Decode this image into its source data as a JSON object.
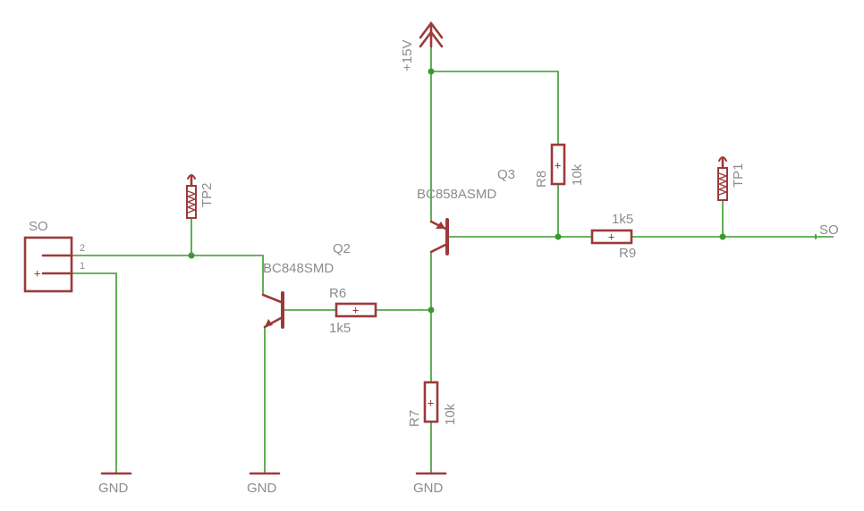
{
  "connector": {
    "name": "SO",
    "pin_top": "2",
    "pin_bottom": "1",
    "plus": "+"
  },
  "testpoints": {
    "tp1": "TP1",
    "tp2": "TP2"
  },
  "supply": {
    "label": "+15V"
  },
  "transistors": {
    "q2": {
      "name": "Q2",
      "value": "BC848SMD"
    },
    "q3": {
      "name": "Q3",
      "value": "BC858ASMD"
    }
  },
  "resistors": {
    "r6": {
      "name": "R6",
      "value": "1k5"
    },
    "r7": {
      "name": "R7",
      "value": "10k"
    },
    "r8": {
      "name": "R8",
      "value": "10k"
    },
    "r9": {
      "name": "R9",
      "value": "1k5"
    },
    "plus": "+"
  },
  "grounds": [
    "GND",
    "GND",
    "GND"
  ],
  "net_label": {
    "so": "SO"
  },
  "colors": {
    "wire": "#3a9a2e",
    "symbol": "#9c3a3a",
    "text": "#8c8c8c"
  }
}
